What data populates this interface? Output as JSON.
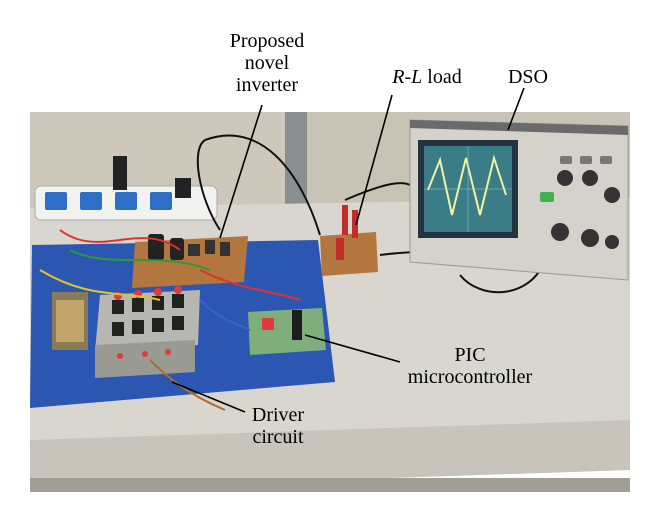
{
  "figure": {
    "labels": {
      "proposed_inverter": [
        "Proposed",
        "novel",
        "inverter"
      ],
      "rl_load_italic": "R-L",
      "rl_load_rest": " load",
      "dso": "DSO",
      "pic": [
        "PIC",
        "microcontroller"
      ],
      "driver": [
        "Driver",
        "circuit"
      ]
    }
  }
}
